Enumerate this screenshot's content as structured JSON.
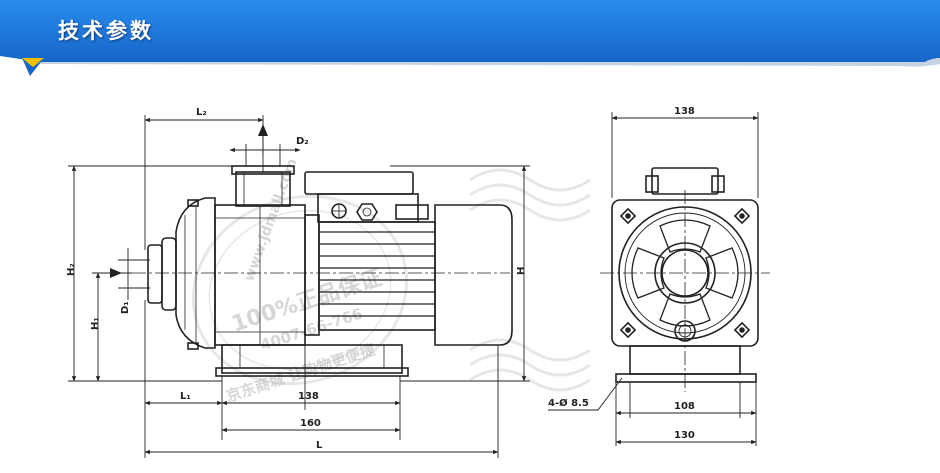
{
  "header": {
    "title": "技术参数"
  },
  "colors": {
    "banner_blue": "#1e7fe0",
    "banner_dark": "#1560b8",
    "accent_yellow": "#f5c000",
    "line": "#222222"
  },
  "side_view": {
    "labels": {
      "L2": "L₂",
      "D2": "D₂",
      "H2": "H₂",
      "H1": "H₁",
      "D1": "D₁",
      "H": "H",
      "L1": "L₁",
      "dim_138": "138",
      "dim_160": "160",
      "L": "L"
    }
  },
  "front_view": {
    "labels": {
      "dim_138": "138",
      "dim_108": "108",
      "dim_130": "130",
      "holes": "4-Ø 8.5"
    }
  },
  "watermark": {
    "lines": [
      "www.jdmall.com",
      "100%正品保证",
      "4007-66-766",
      "京东商城 让购物更便捷"
    ]
  }
}
